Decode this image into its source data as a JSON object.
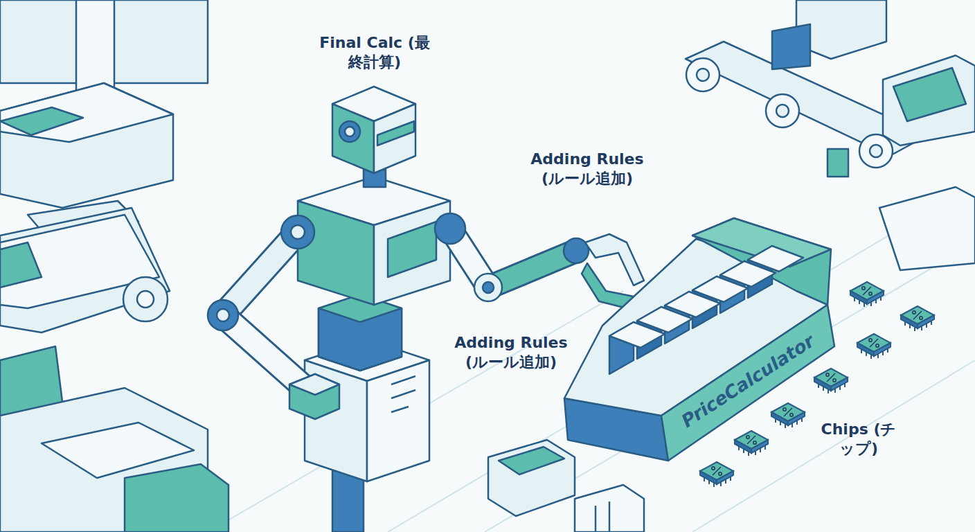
{
  "diagram": {
    "nodes": [
      {
        "text": [
          "PriceCalculator"
        ]
      }
    ],
    "labels": [
      "Final Calc (最終計算)",
      "Adding Rules (ルール追加)",
      "Adding Rules (ルール追加)",
      "Chips (チップ)"
    ]
  }
}
